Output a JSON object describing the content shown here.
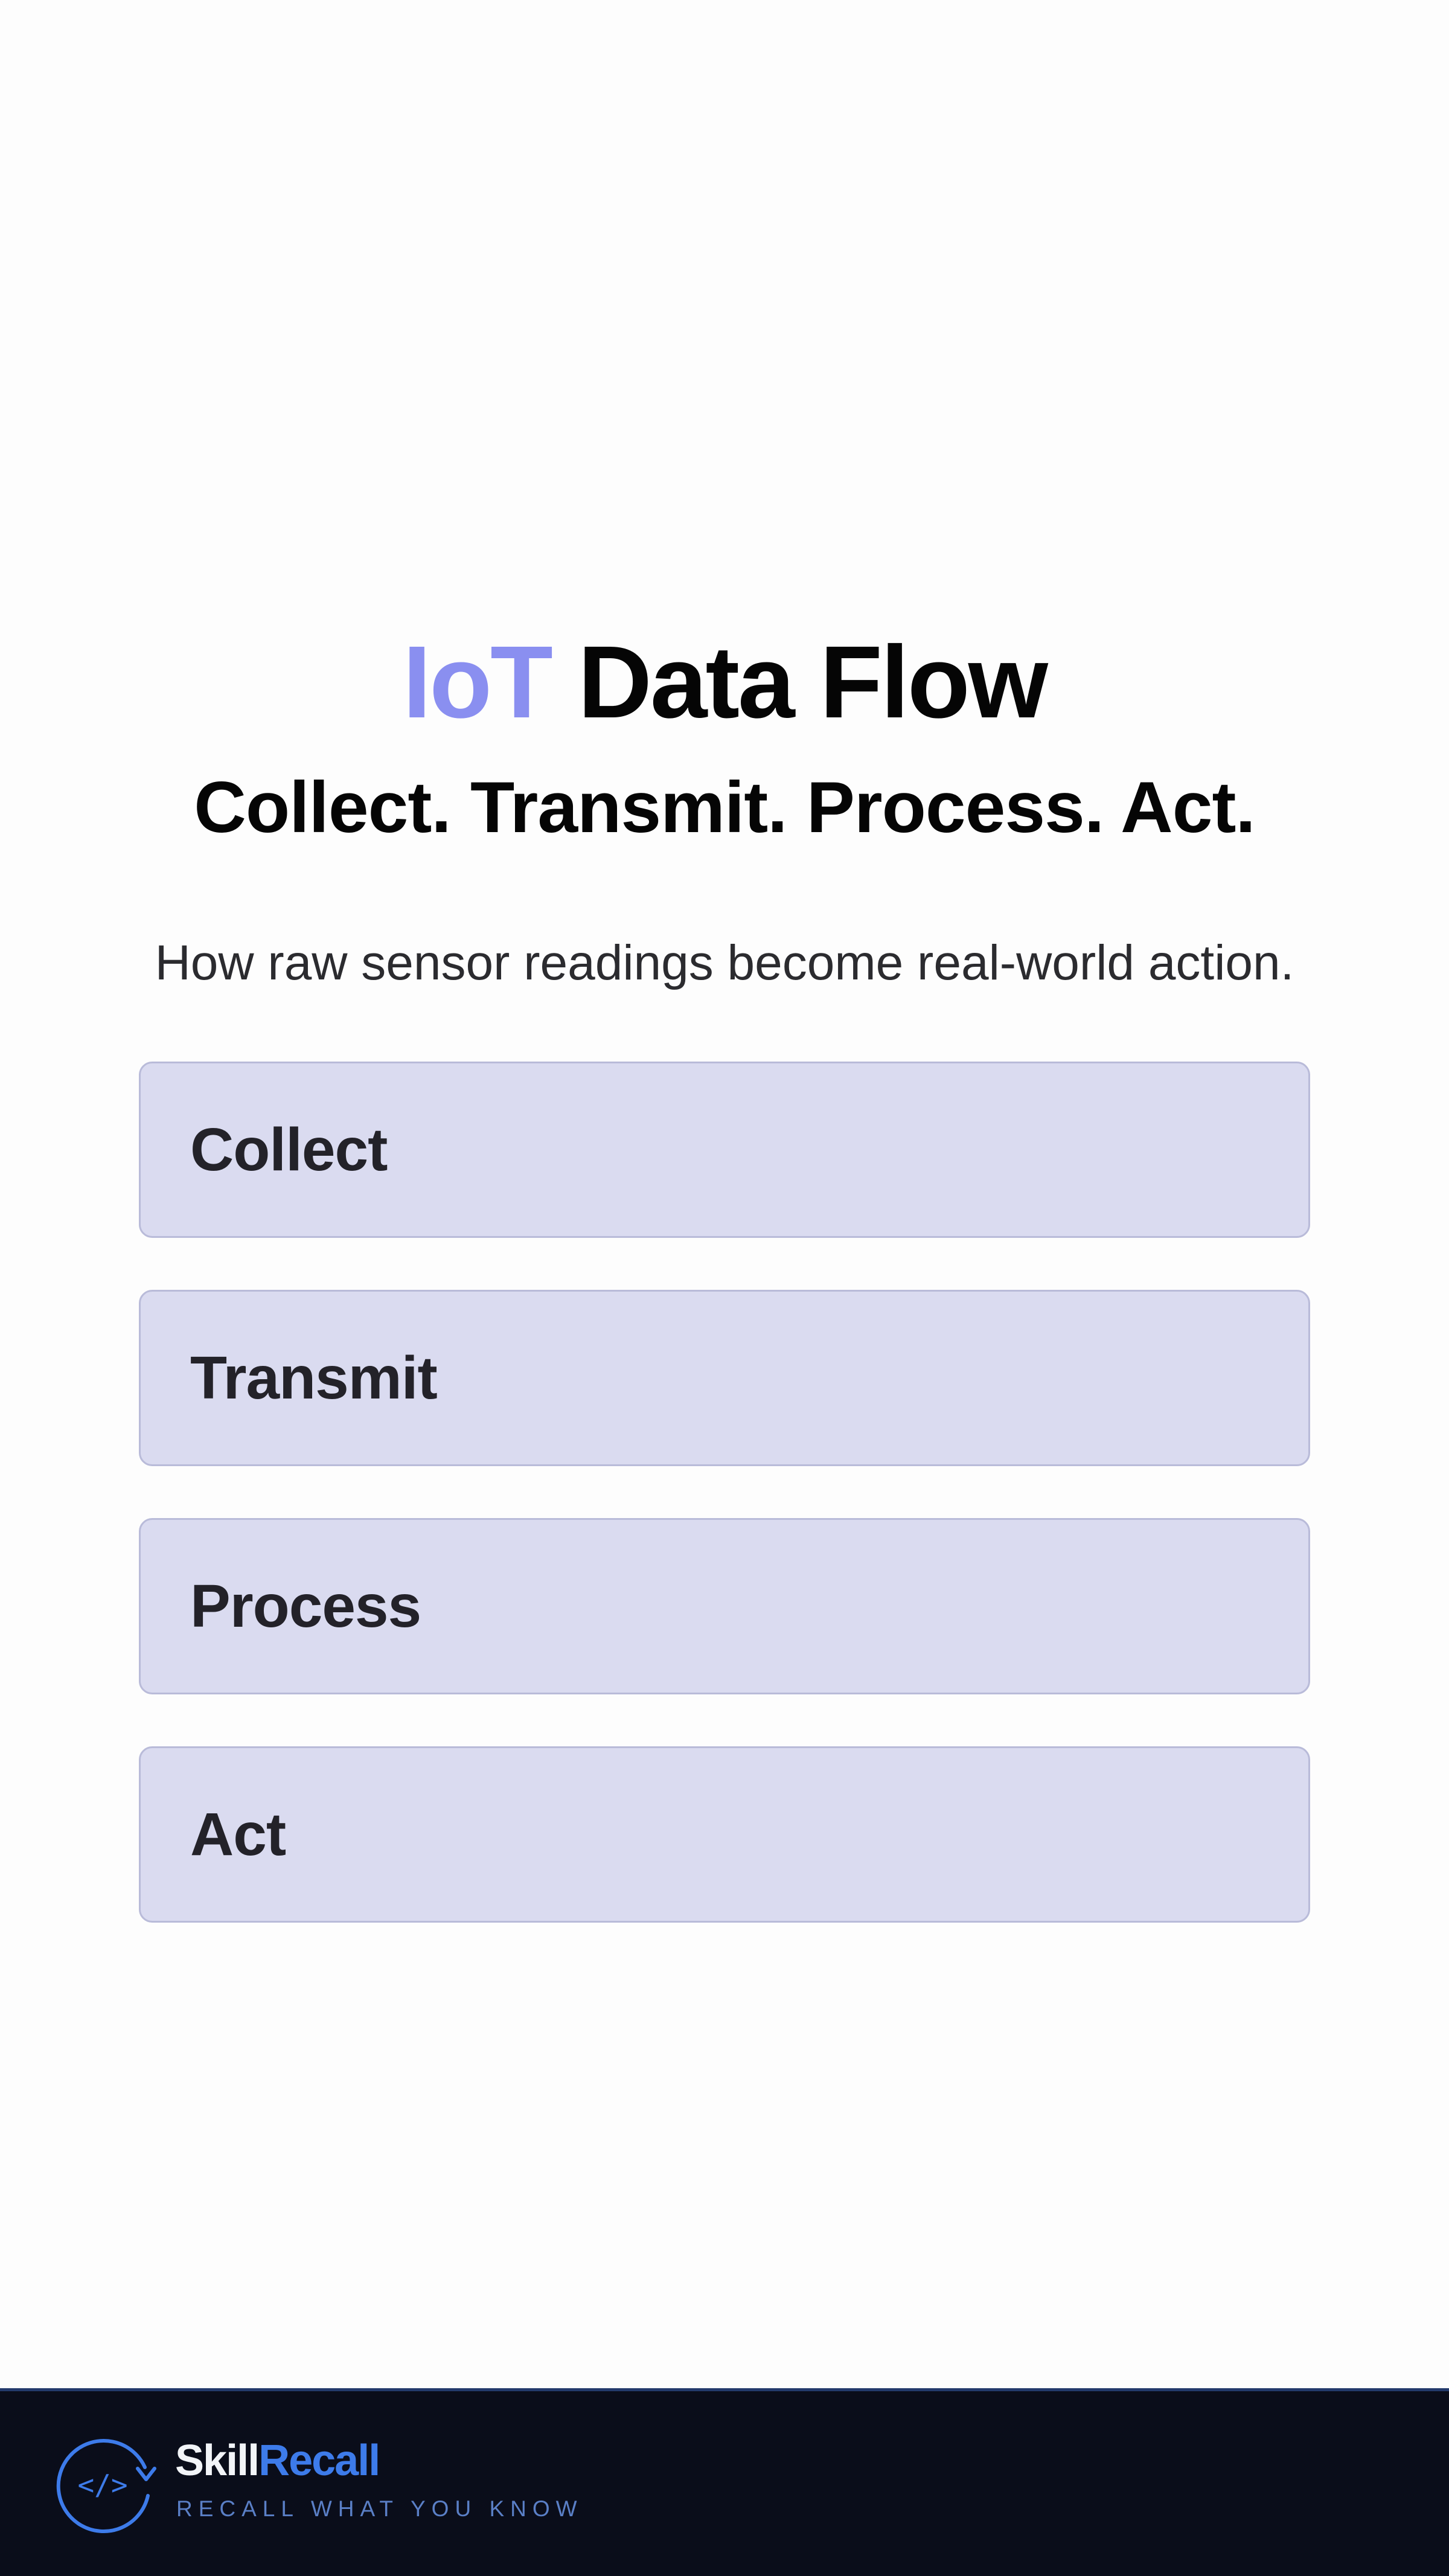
{
  "header": {
    "title_accent": "IoT",
    "title_rest": "Data Flow",
    "subtitle": "Collect. Transmit. Process. Act.",
    "description": "How raw sensor readings become real-world action."
  },
  "steps": [
    {
      "label": "Collect"
    },
    {
      "label": "Transmit"
    },
    {
      "label": "Process"
    },
    {
      "label": "Act"
    }
  ],
  "footer": {
    "brand_part1": "Skill",
    "brand_part2": "Recall",
    "tagline": "RECALL WHAT YOU KNOW",
    "logo_icon": "code-brackets-cycle-icon",
    "logo_glyph": "</>"
  },
  "colors": {
    "accent": "#8a8ff0",
    "step_background": "#dadbf0",
    "footer_background": "#0a0d1a",
    "brand_blue": "#3d7bea"
  }
}
